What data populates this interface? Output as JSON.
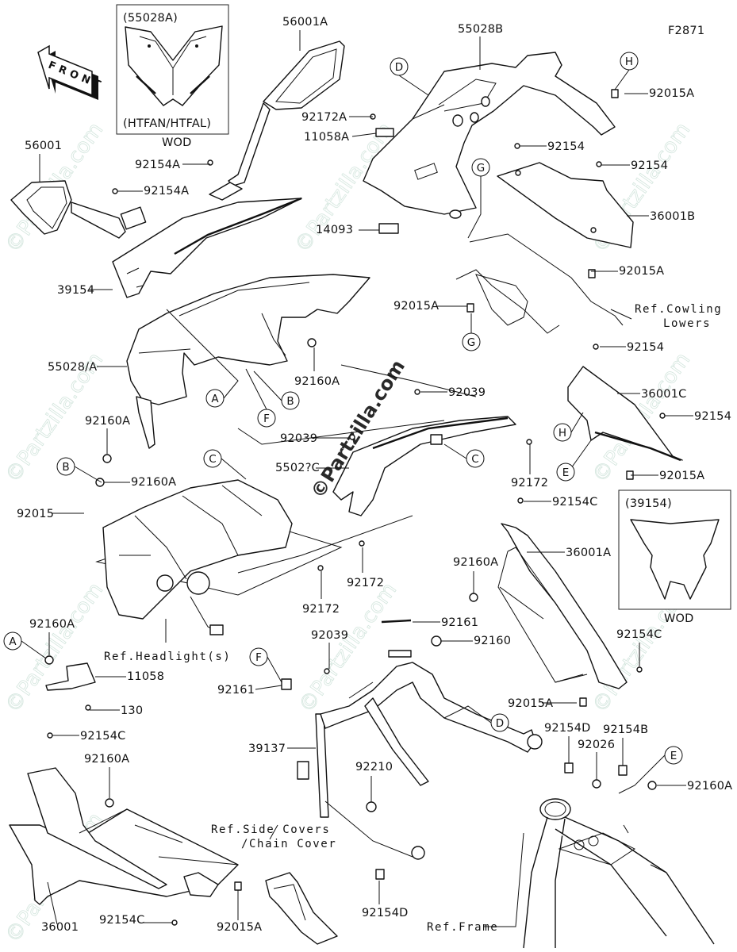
{
  "figure_code": "F2871",
  "front_arrow_label": "FRONT",
  "watermark": "©Partzilla.com",
  "inset_boxes": {
    "top_left": {
      "part": "(55028A)",
      "variant": "(HTFAN/HTFAL)",
      "caption": "WOD"
    },
    "right": {
      "part": "(39154)",
      "caption": "WOD"
    }
  },
  "part_labels": {
    "p56001A": "56001A",
    "p55028B": "55028B",
    "p56001": "56001",
    "p92154A_1": "92154A",
    "p92154A_2": "92154A",
    "p92172A": "92172A",
    "p11058A": "11058A",
    "p92015A_h": "92015A",
    "p92154_1": "92154",
    "p92154_2": "92154",
    "p14093": "14093",
    "p36001B": "36001B",
    "p39154": "39154",
    "p92015A_r1": "92015A",
    "p92015A_g": "92015A",
    "p55028A": "55028/A",
    "p92160A_1": "92160A",
    "p92154_3": "92154",
    "p92039_1": "92039",
    "p36001C": "36001C",
    "p92160A_2": "92160A",
    "p92039_2": "92039",
    "p92154_4": "92154",
    "p55028C": "5502?C",
    "p92015A_r2": "92015A",
    "p92160A_3": "92160A",
    "p92172_1": "92172",
    "p92015": "92015",
    "p92154C_1": "92154C",
    "p92172_2": "92172",
    "p36001A": "36001A",
    "p92160A_4": "92160A",
    "p92172_3": "92172",
    "p92161_1": "92161",
    "p92160A_5": "92160A",
    "p92039_3": "92039",
    "p92160": "92160",
    "p11058": "11058",
    "p92154C_2": "92154C",
    "p130": "130",
    "p92161_2": "92161",
    "p92015A_r3": "92015A",
    "p92154C_3": "92154C",
    "p92154D_1": "92154D",
    "p92154B": "92154B",
    "p92026": "92026",
    "p39137": "39137",
    "p92160A_6": "92160A",
    "p92210": "92210",
    "p92160A_7": "92160A",
    "p36001": "36001",
    "p92154C_4": "92154C",
    "p92015A_r4": "92015A",
    "p92154D_2": "92154D"
  },
  "reference_labels": {
    "cowling_lowers_1": "Ref.Cowling",
    "cowling_lowers_2": "Lowers",
    "headlight": "Ref.Headlight(s)",
    "side_covers_1": "Ref.Side Covers",
    "side_covers_2": "/Chain Cover",
    "frame": "Ref.Frame"
  },
  "circle_refs": {
    "D_top": "D",
    "H_top": "H",
    "G_top": "G",
    "G_mid": "G",
    "A_mid": "A",
    "B_mid": "B",
    "F_mid": "F",
    "C_mid": "C",
    "H_right": "H",
    "E_right": "E",
    "B_left": "B",
    "C_center": "C",
    "A_left": "A",
    "F_low": "F",
    "D_low": "D",
    "E_low": "E"
  }
}
